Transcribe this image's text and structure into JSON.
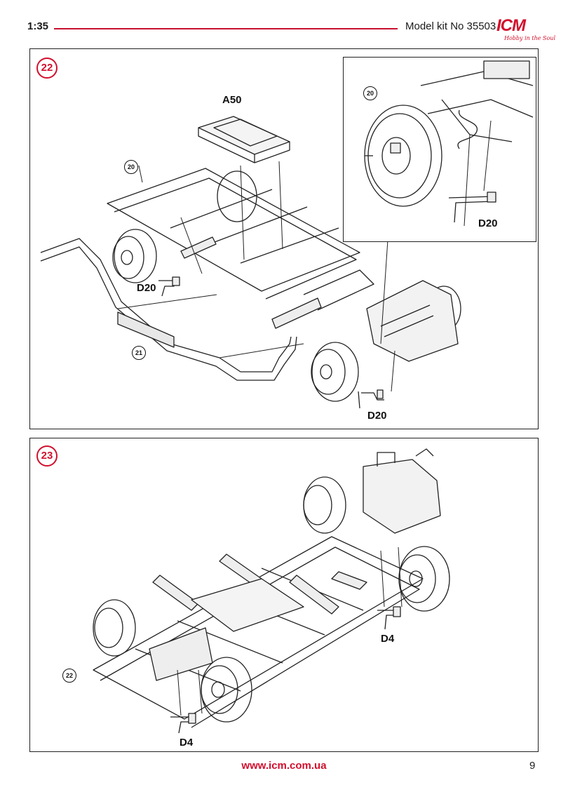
{
  "header": {
    "scale": "1:35",
    "kit_label": "Model kit No 35503",
    "logo_text": "ICM",
    "logo_tagline": "Hobby in the Soul"
  },
  "steps": [
    {
      "number": "22",
      "callouts": {
        "part_a50": "A50",
        "part_d20_left": "D20",
        "part_d20_inset": "D20",
        "part_d20_bottom": "D20",
        "ref_20_main": "20",
        "ref_20_inset": "20",
        "ref_21": "21"
      }
    },
    {
      "number": "23",
      "callouts": {
        "part_d4_right": "D4",
        "part_d4_bottom": "D4",
        "ref_22": "22"
      }
    }
  ],
  "footer": {
    "url": "www.icm.com.ua",
    "page": "9"
  },
  "colors": {
    "accent": "#d2102e",
    "line": "#222222"
  }
}
